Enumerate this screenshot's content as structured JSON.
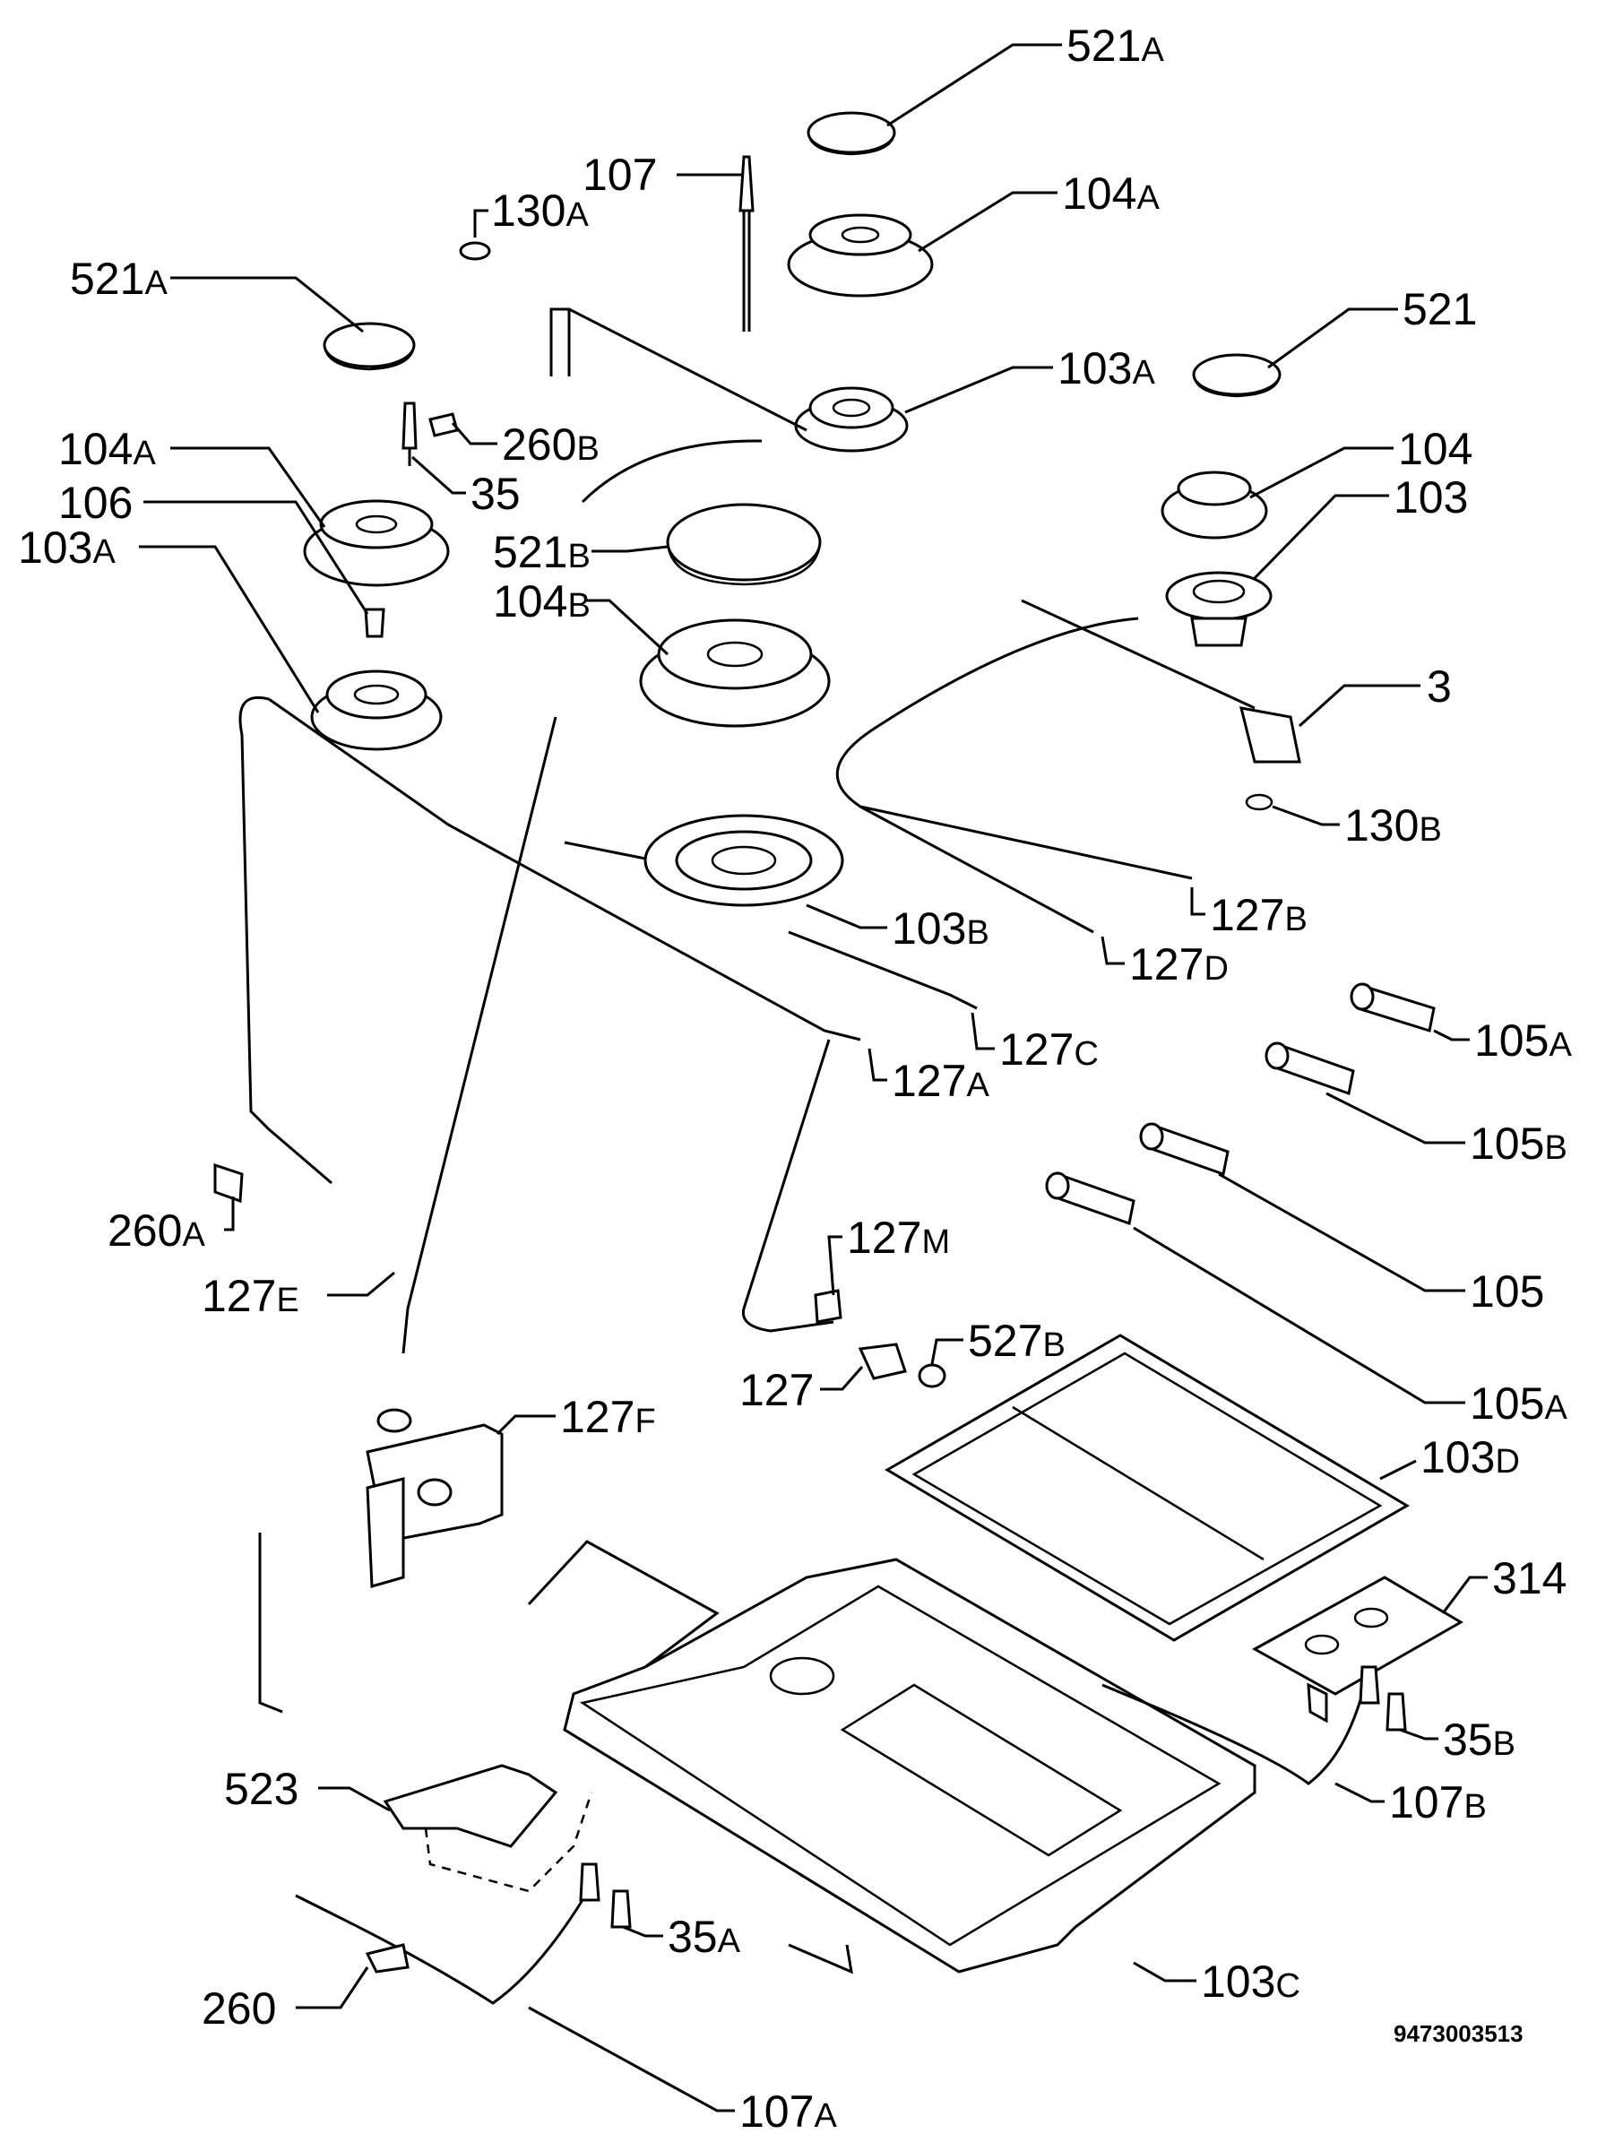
{
  "labels": [
    {
      "id": "521A-top",
      "num": "521",
      "suffix": "A"
    },
    {
      "id": "107-top",
      "num": "107",
      "suffix": ""
    },
    {
      "id": "130A",
      "num": "130",
      "suffix": "A"
    },
    {
      "id": "104A-right",
      "num": "104",
      "suffix": "A"
    },
    {
      "id": "521A-left",
      "num": "521",
      "suffix": "A"
    },
    {
      "id": "521",
      "num": "521",
      "suffix": ""
    },
    {
      "id": "103A-right",
      "num": "103",
      "suffix": "A"
    },
    {
      "id": "260B",
      "num": "260",
      "suffix": "B"
    },
    {
      "id": "104A-left",
      "num": "104",
      "suffix": "A"
    },
    {
      "id": "35",
      "num": "35",
      "suffix": ""
    },
    {
      "id": "104",
      "num": "104",
      "suffix": ""
    },
    {
      "id": "106",
      "num": "106",
      "suffix": ""
    },
    {
      "id": "103",
      "num": "103",
      "suffix": ""
    },
    {
      "id": "521B",
      "num": "521",
      "suffix": "B"
    },
    {
      "id": "103A-left",
      "num": "103",
      "suffix": "A"
    },
    {
      "id": "104B",
      "num": "104",
      "suffix": "B"
    },
    {
      "id": "3",
      "num": "3",
      "suffix": ""
    },
    {
      "id": "130B",
      "num": "130",
      "suffix": "B"
    },
    {
      "id": "127B",
      "num": "127",
      "suffix": "B"
    },
    {
      "id": "103B",
      "num": "103",
      "suffix": "B"
    },
    {
      "id": "127D",
      "num": "127",
      "suffix": "D"
    },
    {
      "id": "105A-top",
      "num": "105",
      "suffix": "A"
    },
    {
      "id": "127C",
      "num": "127",
      "suffix": "C"
    },
    {
      "id": "127A",
      "num": "127",
      "suffix": "A"
    },
    {
      "id": "105B",
      "num": "105",
      "suffix": "B"
    },
    {
      "id": "260A",
      "num": "260",
      "suffix": "A"
    },
    {
      "id": "127M",
      "num": "127",
      "suffix": "M"
    },
    {
      "id": "127E",
      "num": "127",
      "suffix": "E"
    },
    {
      "id": "105",
      "num": "105",
      "suffix": ""
    },
    {
      "id": "527B",
      "num": "527",
      "suffix": "B"
    },
    {
      "id": "127",
      "num": "127",
      "suffix": ""
    },
    {
      "id": "105A-bottom",
      "num": "105",
      "suffix": "A"
    },
    {
      "id": "127F",
      "num": "127",
      "suffix": "F"
    },
    {
      "id": "103D",
      "num": "103",
      "suffix": "D"
    },
    {
      "id": "314",
      "num": "314",
      "suffix": ""
    },
    {
      "id": "35B",
      "num": "35",
      "suffix": "B"
    },
    {
      "id": "107B",
      "num": "107",
      "suffix": "B"
    },
    {
      "id": "523",
      "num": "523",
      "suffix": ""
    },
    {
      "id": "35A",
      "num": "35",
      "suffix": "A"
    },
    {
      "id": "103C",
      "num": "103",
      "suffix": "C"
    },
    {
      "id": "260",
      "num": "260",
      "suffix": ""
    },
    {
      "id": "107A",
      "num": "107",
      "suffix": "A"
    }
  ],
  "drawing_code": "9473003513"
}
